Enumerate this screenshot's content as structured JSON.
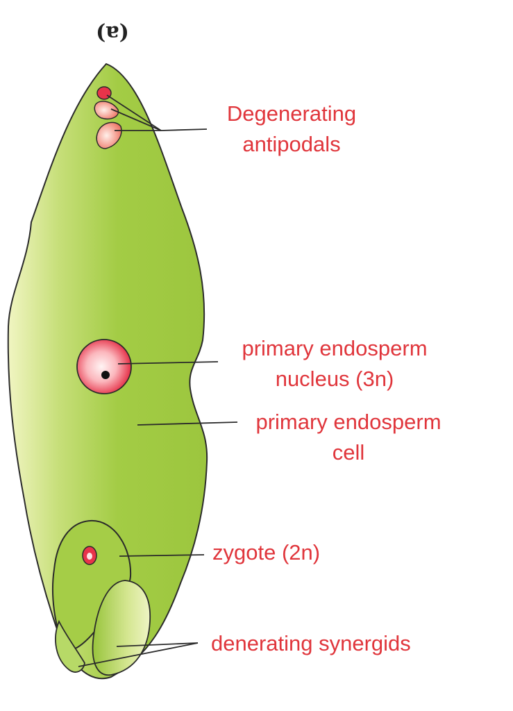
{
  "figure_tag": "(a)",
  "labels": {
    "antipodals_line1": "Degenerating",
    "antipodals_line2": "antipodals",
    "pen_line1": "primary endosperm",
    "pen_line2": "nucleus (3n)",
    "pec_line1": "primary endosperm",
    "pec_line2": "cell",
    "zygote": "zygote (2n)",
    "synergids": "denerating synergids"
  },
  "colors": {
    "label_text": "#e0353b",
    "cell_fill": "#a6cf4a",
    "cell_light": "#e9f1b5",
    "nucleus": "#e8344a",
    "outline": "#2a2a2a"
  }
}
